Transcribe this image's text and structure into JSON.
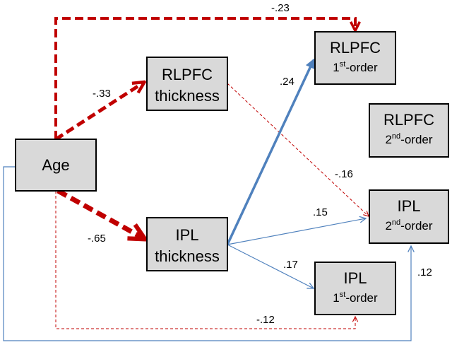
{
  "colors": {
    "negative": "#c00000",
    "positive": "#4f81bd",
    "box_fill": "#d9d9d9"
  },
  "nodes": {
    "age": {
      "label": "Age"
    },
    "rlpfc_thickness": {
      "line1": "RLPFC",
      "line2": "thickness"
    },
    "ipl_thickness": {
      "line1": "IPL",
      "line2": "thickness"
    },
    "rlpfc_first": {
      "line1": "RLPFC",
      "num": "1",
      "sup": "st",
      "rest": "-order"
    },
    "rlpfc_second": {
      "line1": "RLPFC",
      "num": "2",
      "sup": "nd",
      "rest": "-order"
    },
    "ipl_second": {
      "line1": "IPL",
      "num": "2",
      "sup": "nd",
      "rest": "-order"
    },
    "ipl_first": {
      "line1": "IPL",
      "num": "1",
      "sup": "st",
      "rest": "-order"
    }
  },
  "edges": {
    "age_rlpfc_first": "-.23",
    "age_rlpfc_thickness": "-.33",
    "age_ipl_thickness": "-.65",
    "age_ipl_first": "-.12",
    "age_ipl_second": ".12",
    "rlpfc_thickness_ipl_second": "-.16",
    "ipl_thickness_rlpfc_first": ".24",
    "ipl_thickness_ipl_second": ".15",
    "ipl_thickness_ipl_first": ".17"
  }
}
